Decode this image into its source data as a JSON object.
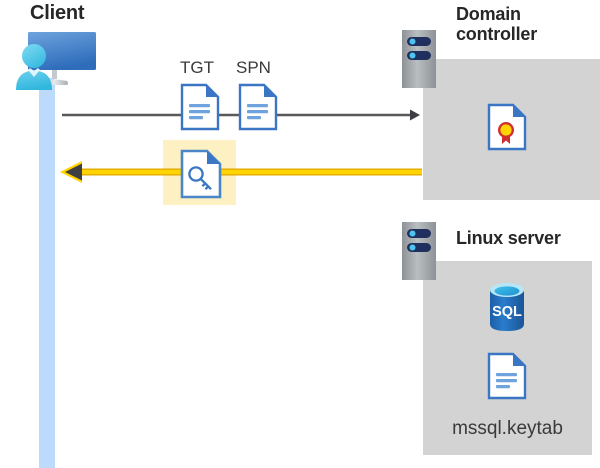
{
  "diagram": {
    "title_client": "Client",
    "title_domain_controller": "Domain\ncontroller",
    "title_linux_server": "Linux server",
    "labels": {
      "tgt": "TGT",
      "spn": "SPN",
      "keytab_file": "mssql.keytab"
    },
    "icons": {
      "client": "client-workstation-icon",
      "domain_controller_server": "server-rack-icon",
      "linux_server": "server-rack-icon",
      "tgt_document": "document-icon",
      "spn_document": "document-icon",
      "key_document": "key-document-icon",
      "certificate": "certificate-document-icon",
      "sql_database": "sql-database-icon",
      "keytab_document": "document-icon"
    },
    "arrows": {
      "request": {
        "name": "request-arrow",
        "direction": "right",
        "color": "#595959"
      },
      "response": {
        "name": "response-arrow",
        "direction": "left",
        "color": "#ffd400",
        "head_color": "#3f3f43"
      }
    },
    "colors": {
      "panel_gray": "#d3d3d3",
      "lifeline_blue": "#bcdbfb",
      "highlight_yellow": "#fdf0c3",
      "doc_blue": "#3a76c4",
      "doc_fold_blue": "#2b6cb8",
      "sql_blue": "#1f6bb8",
      "cert_red": "#d12f2f",
      "cert_gold": "#ffd400",
      "server_gray": "#9ba0a3",
      "server_navy": "#20305e",
      "server_cyan": "#4fc3ef",
      "text_dark": "#272727"
    }
  }
}
